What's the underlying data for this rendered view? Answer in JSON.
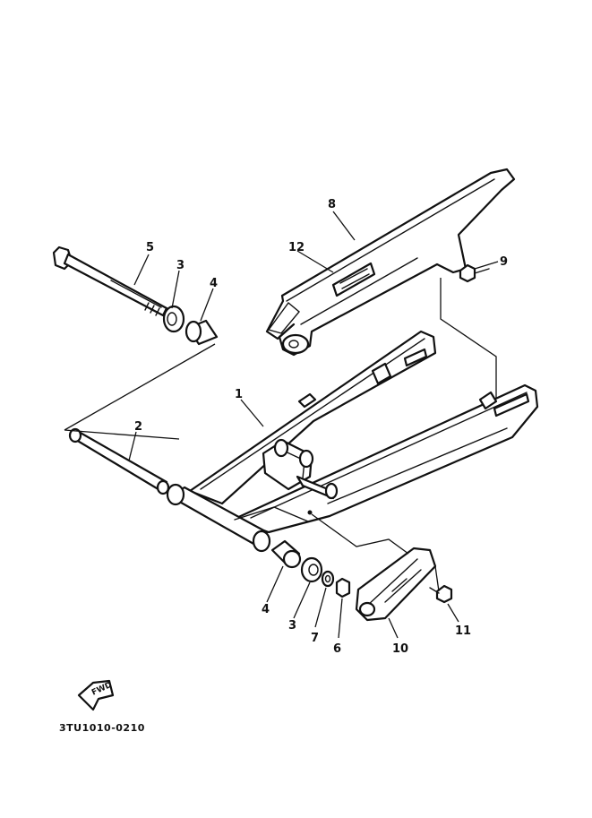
{
  "diagram_code": "3TU1010-0210",
  "fwd_label": "FWD",
  "callouts": {
    "c1": "1",
    "c2": "2",
    "c3a": "3",
    "c3b": "3",
    "c4a": "4",
    "c4b": "4",
    "c5": "5",
    "c6": "6",
    "c7": "7",
    "c8": "8",
    "c9": "9",
    "c10": "10",
    "c11": "11",
    "c12": "12"
  },
  "colors": {
    "line": "#111111",
    "paper": "#ffffff"
  }
}
